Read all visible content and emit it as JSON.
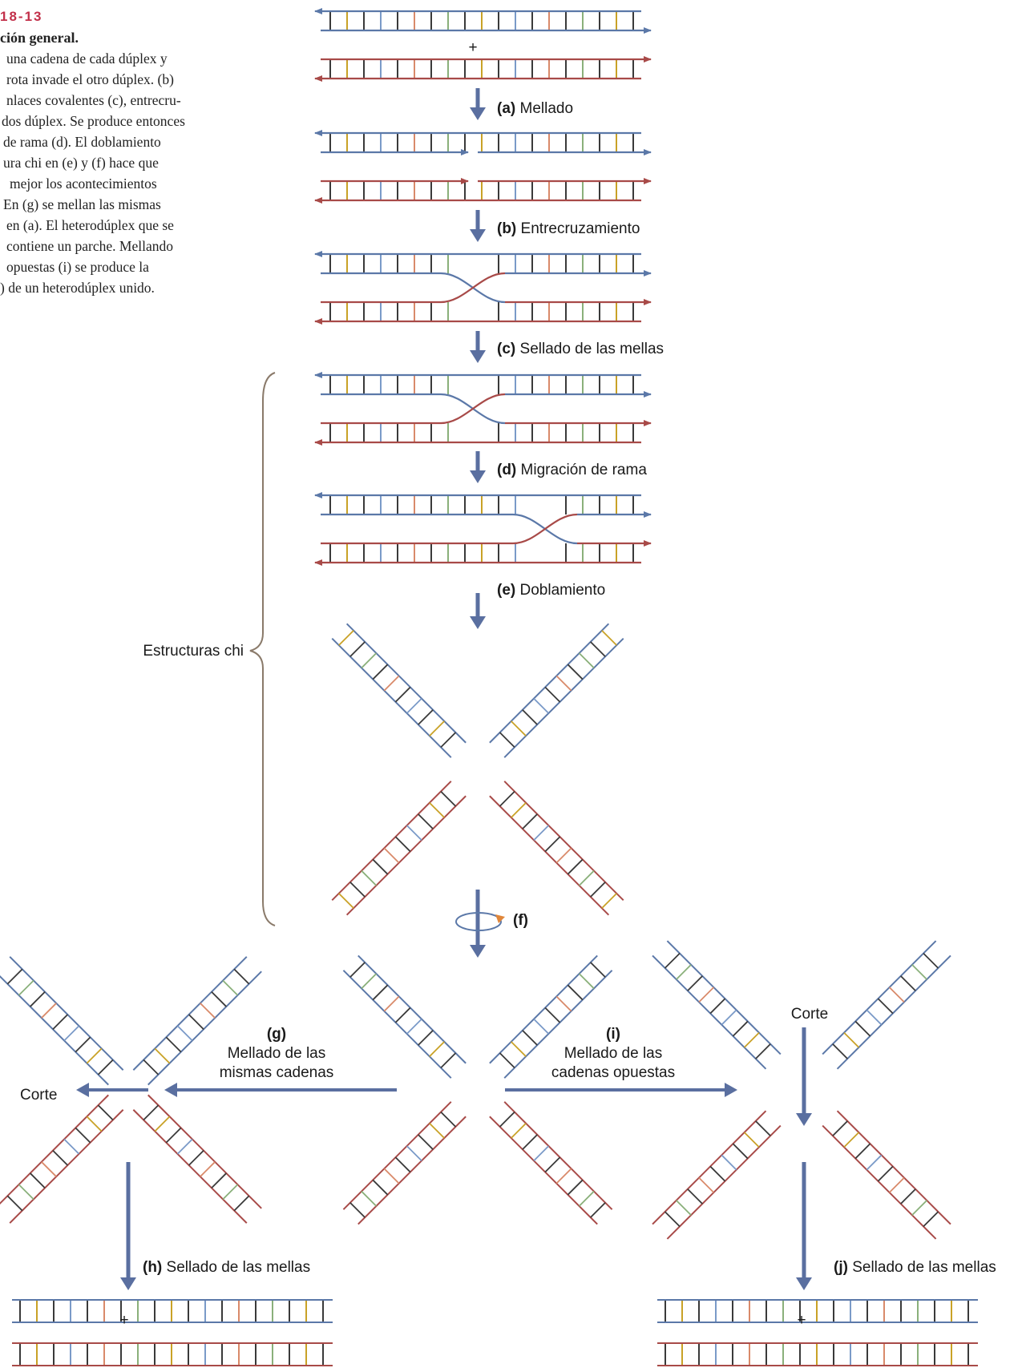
{
  "caption": {
    "figure_number": "18-13",
    "title": "ción general.",
    "lines": [
      "una cadena de cada dúplex y",
      "rota invade el otro dúplex. (b)",
      "nlaces covalentes (c), entrecru-",
      "dos dúplex. Se produce entonces",
      "de rama (d). El doblamiento",
      "ura chi en (e) y (f) hace que",
      "mejor los acontecimientos",
      "En (g) se mellan las mismas",
      "en (a). El heterodúplex que se",
      "contiene un parche. Mellando",
      "opuestas (i) se produce la",
      ") de un heterodúplex unido."
    ]
  },
  "steps": {
    "plus_top": "+",
    "a": {
      "letter": "(a)",
      "text": "Mellado"
    },
    "b": {
      "letter": "(b)",
      "text": "Entrecruzamiento"
    },
    "c": {
      "letter": "(c)",
      "text": "Sellado de las mellas"
    },
    "d": {
      "letter": "(d)",
      "text": "Migración de rama"
    },
    "e": {
      "letter": "(e)",
      "text": "Doblamiento"
    },
    "f": {
      "letter": "(f)"
    },
    "g": {
      "letter": "(g)",
      "line1": "Mellado de las",
      "line2": "mismas cadenas"
    },
    "i": {
      "letter": "(i)",
      "line1": "Mellado de las",
      "line2": "cadenas opuestas"
    },
    "h": {
      "letter": "(h)",
      "text": "Sellado de las mellas"
    },
    "j": {
      "letter": "(j)",
      "text": "Sellado de las mellas"
    },
    "chi_label": "Estructuras chi",
    "cut_left": "Corte",
    "cut_right": "Corte",
    "plus_h": "+",
    "plus_j": "+"
  },
  "colors": {
    "blue_strand": "#5b78a8",
    "red_strand": "#a84a48",
    "arrow": "#5a6fa0",
    "caption_accent": "#c2304a"
  }
}
